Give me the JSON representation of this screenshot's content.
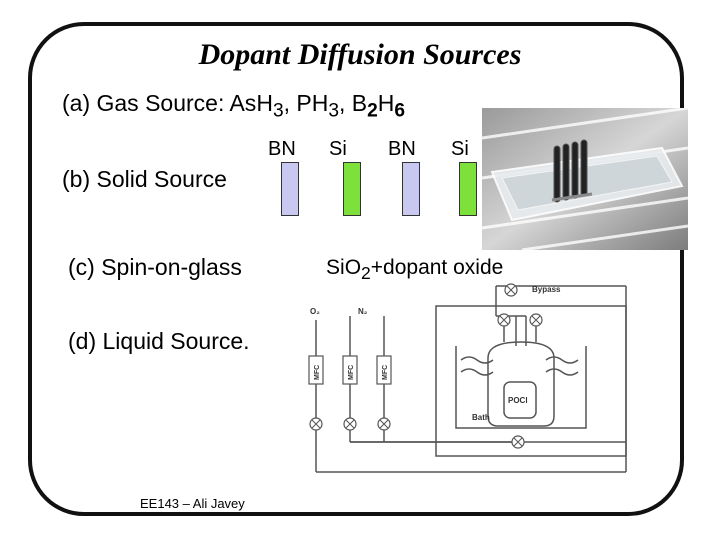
{
  "slide": {
    "title": "Dopant Diffusion Sources",
    "gas_source": {
      "prefix": "(a) Gas Source: As",
      "h3a": "H",
      "sub3a": "3",
      "sep1": ", P",
      "h3b": "H",
      "sub3b": "3",
      "sep2": ", B",
      "sub2": "2",
      "h": "H",
      "sub6": "6"
    },
    "solid_source": "(b) Solid Source",
    "wafer_labels": [
      "BN",
      "Si",
      "BN",
      "Si"
    ],
    "spin_on_glass": "(c) Spin-on-glass",
    "sio2": {
      "prefix": "Si",
      "o": "O",
      "sub": "2",
      "suffix": "+dopant oxide"
    },
    "liquid_source": "(d) Liquid Source.",
    "footer": "EE143 – Ali Javey"
  },
  "diagram_labels": {
    "o2": "O₂",
    "n2": "N₂",
    "bypass": "Bypass",
    "mfc": "MFC",
    "poci": "POCl",
    "bath": "Bath"
  },
  "colors": {
    "bn_wafer": "#c8c8f0",
    "si_wafer": "#7ee03a"
  }
}
